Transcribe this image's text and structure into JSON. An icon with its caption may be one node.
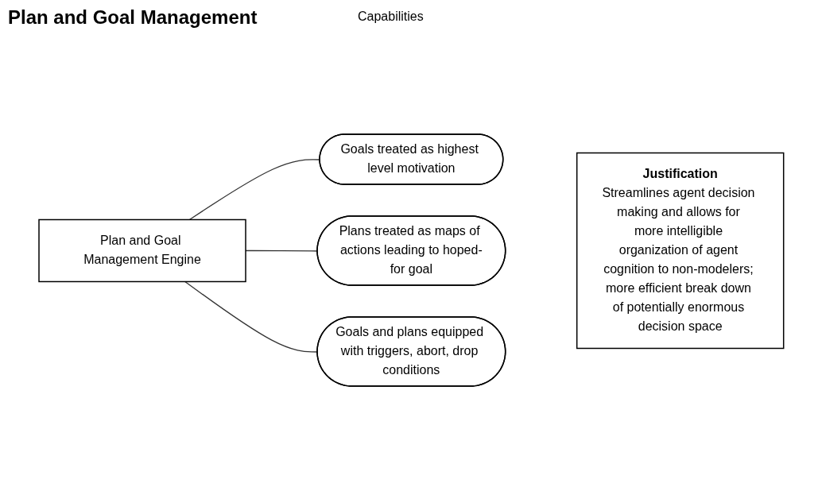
{
  "diagram": {
    "title": "Plan and Goal Management",
    "nodes": [
      {
        "text": [
          "Plan and Goal Management Engine"
        ]
      },
      {
        "text": [
          "Goals treated as highest level motivation"
        ]
      },
      {
        "text": [
          "Plans treated as maps of actions leading to hoped-for goal"
        ]
      },
      {
        "text": [
          "Goals and plans equipped with triggers, abort, drop conditions"
        ]
      },
      {
        "text": [
          "Justification",
          "Streamlines agent decision making and allows for more intelligible organization of agent cognition to non-modelers; more efficient break down of potentially enormous decision space"
        ]
      }
    ],
    "edges": [
      {
        "from": 0,
        "to": 1,
        "arrow": "none"
      },
      {
        "from": 0,
        "to": 2,
        "arrow": "none"
      },
      {
        "from": 0,
        "to": 3,
        "arrow": "none"
      }
    ],
    "labels": [
      "Capabilities"
    ]
  }
}
